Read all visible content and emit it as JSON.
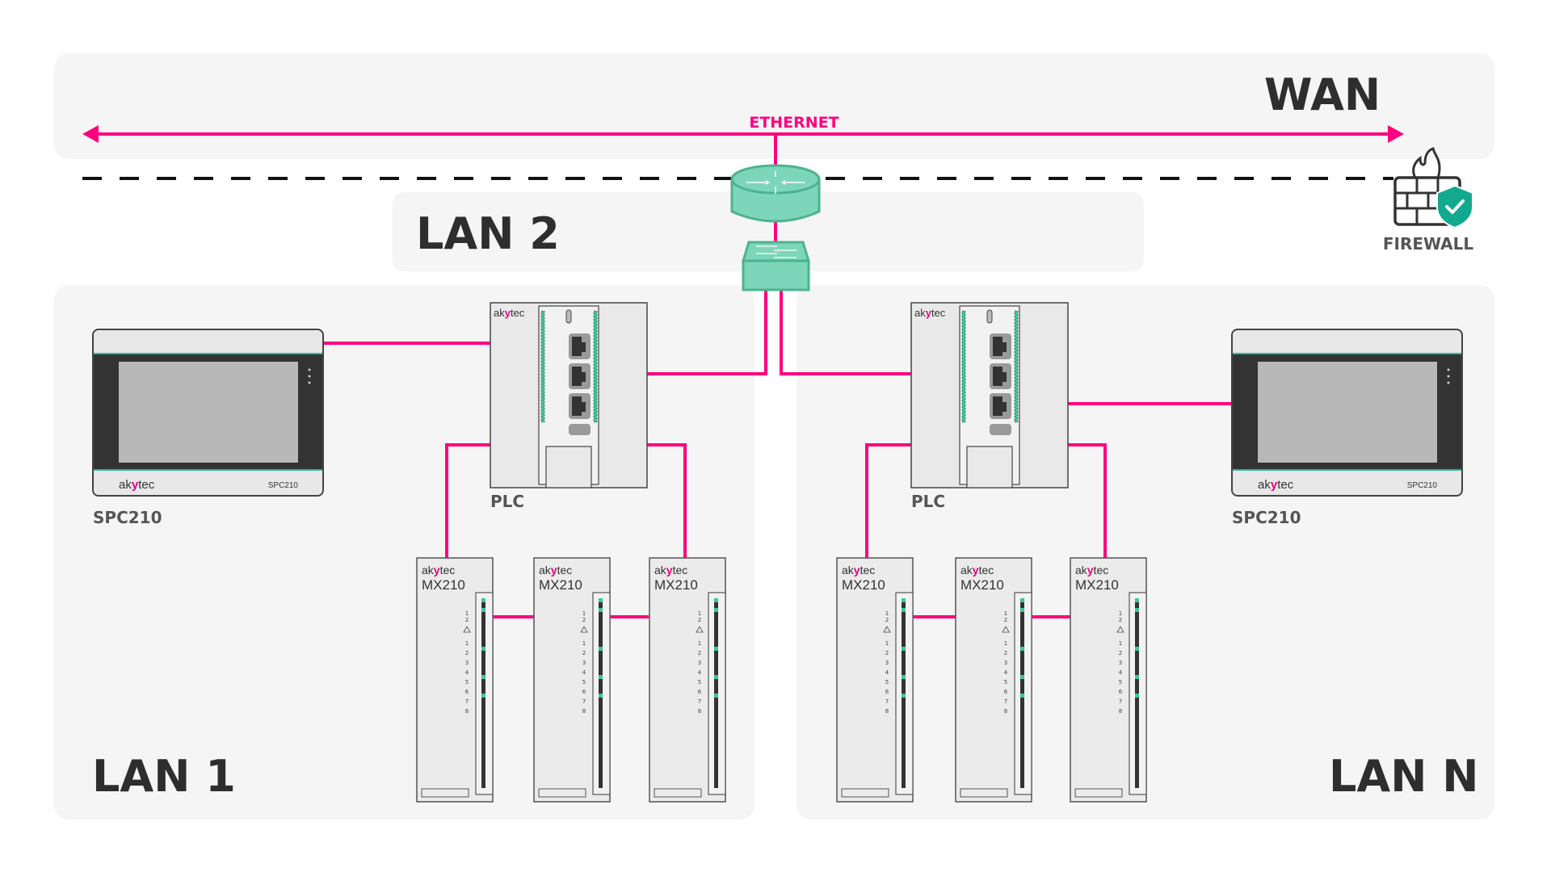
{
  "zones": {
    "wan": {
      "label": "WAN"
    },
    "lan2": {
      "label": "LAN 2"
    },
    "lan1": {
      "label": "LAN 1"
    },
    "lann": {
      "label": "LAN N"
    }
  },
  "ethernet": {
    "label": "ETHERNET"
  },
  "firewall": {
    "label": "FIREWALL"
  },
  "brand": {
    "logo_prefix": "ak",
    "logo_mark": "y",
    "logo_suffix": "tec"
  },
  "lan1_devices": {
    "panel": {
      "label": "SPC210",
      "model": "SPC210"
    },
    "plc": {
      "label": "PLC"
    },
    "modules": [
      {
        "model": "MX210"
      },
      {
        "model": "MX210"
      },
      {
        "model": "MX210"
      }
    ]
  },
  "lann_devices": {
    "panel": {
      "label": "SPC210",
      "model": "SPC210"
    },
    "plc": {
      "label": "PLC"
    },
    "modules": [
      {
        "model": "MX210"
      },
      {
        "model": "MX210"
      },
      {
        "model": "MX210"
      }
    ]
  },
  "module_led_labels": {
    "status": [
      "1",
      "2"
    ],
    "channels": [
      "1",
      "2",
      "3",
      "4",
      "5",
      "6",
      "7",
      "8"
    ]
  },
  "colors": {
    "wire": "#ff007f",
    "network_device": "#7dd6b9",
    "network_device_border": "#4db38f",
    "led_green": "#3cc59a",
    "shield": "#12a98f",
    "text_dark": "#2e2e2e"
  }
}
